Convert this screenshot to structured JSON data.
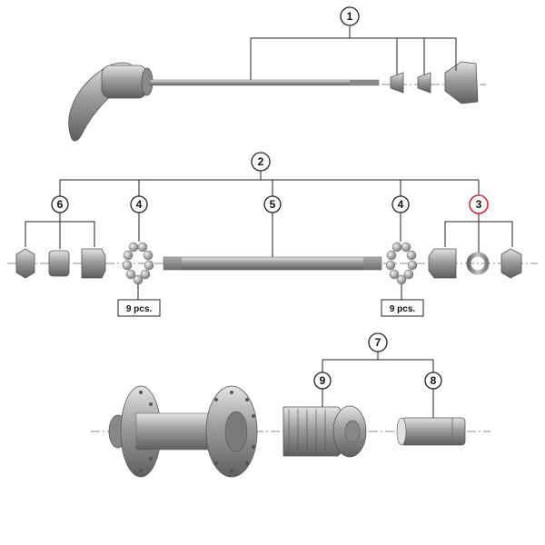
{
  "callouts": {
    "c1": "1",
    "c2": "2",
    "c3": "3",
    "c4a": "4",
    "c4b": "4",
    "c5": "5",
    "c6": "6",
    "c7": "7",
    "c8": "8",
    "c9": "9"
  },
  "quantity_labels": {
    "left": "9 pcs.",
    "right": "9 pcs."
  },
  "colors": {
    "highlight": "#d9262c",
    "part_dark": "#6e6e6e",
    "part_mid": "#9a9a9a",
    "part_light": "#c8c8c8"
  }
}
